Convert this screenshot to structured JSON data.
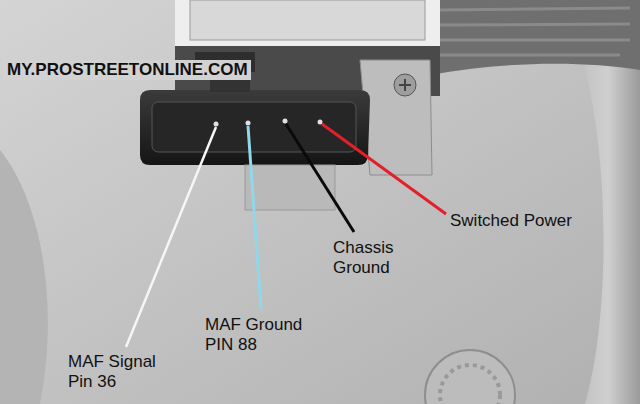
{
  "diagram": {
    "labels": [
      "MY.PROSTREETONLINE.COM",
      "Switched Power",
      "Chassis Ground",
      "MAF Ground PIN 88",
      "MAF Signal Pin 36"
    ]
  }
}
